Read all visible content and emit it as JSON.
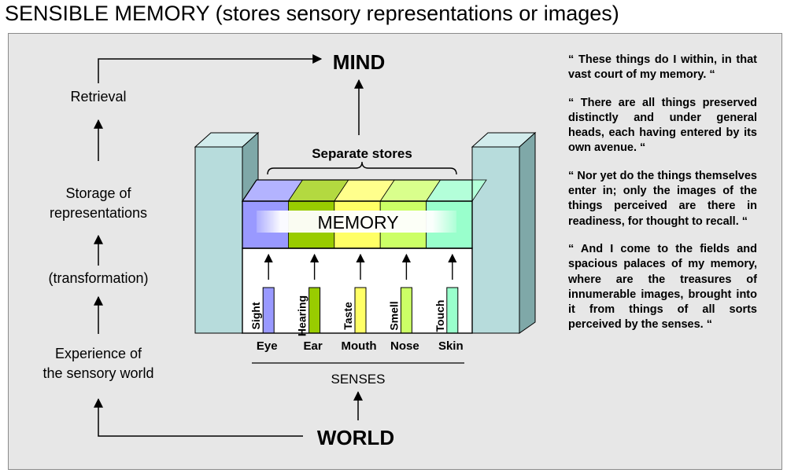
{
  "title": "SENSIBLE MEMORY (stores sensory representations or images)",
  "flow": {
    "mind": "MIND",
    "world": "WORLD",
    "retrieval": "Retrieval",
    "storage": [
      "Storage of",
      "representations"
    ],
    "transformation": "(transformation)",
    "experience": [
      "Experience of",
      "the sensory world"
    ]
  },
  "diagram": {
    "separate_stores": "Separate stores",
    "memory": "MEMORY",
    "senses_label": "SENSES",
    "channels": [
      {
        "sense": "Sight",
        "organ": "Eye",
        "color": "#9999ff"
      },
      {
        "sense": "Hearing",
        "organ": "Ear",
        "color": "#99cc00"
      },
      {
        "sense": "Taste",
        "organ": "Mouth",
        "color": "#ffff66"
      },
      {
        "sense": "Smell",
        "organ": "Nose",
        "color": "#ccff66"
      },
      {
        "sense": "Touch",
        "organ": "Skin",
        "color": "#99ffcc"
      }
    ],
    "pillar_color": "#b7dcdc"
  },
  "quotes": [
    "“ These things do I within, in that vast court of my memory. “",
    "“ There are all things preserved distinctly and under general heads, each having entered by its own avenue. “",
    "“ Nor yet do the things themselves enter in; only the images of the things perceived are there in readiness, for thought to recall. “",
    "“ And I come to the fields and spacious palaces of my memory, where are the treasures of innumerable images, brought into it from things of all sorts perceived by the senses. “"
  ]
}
